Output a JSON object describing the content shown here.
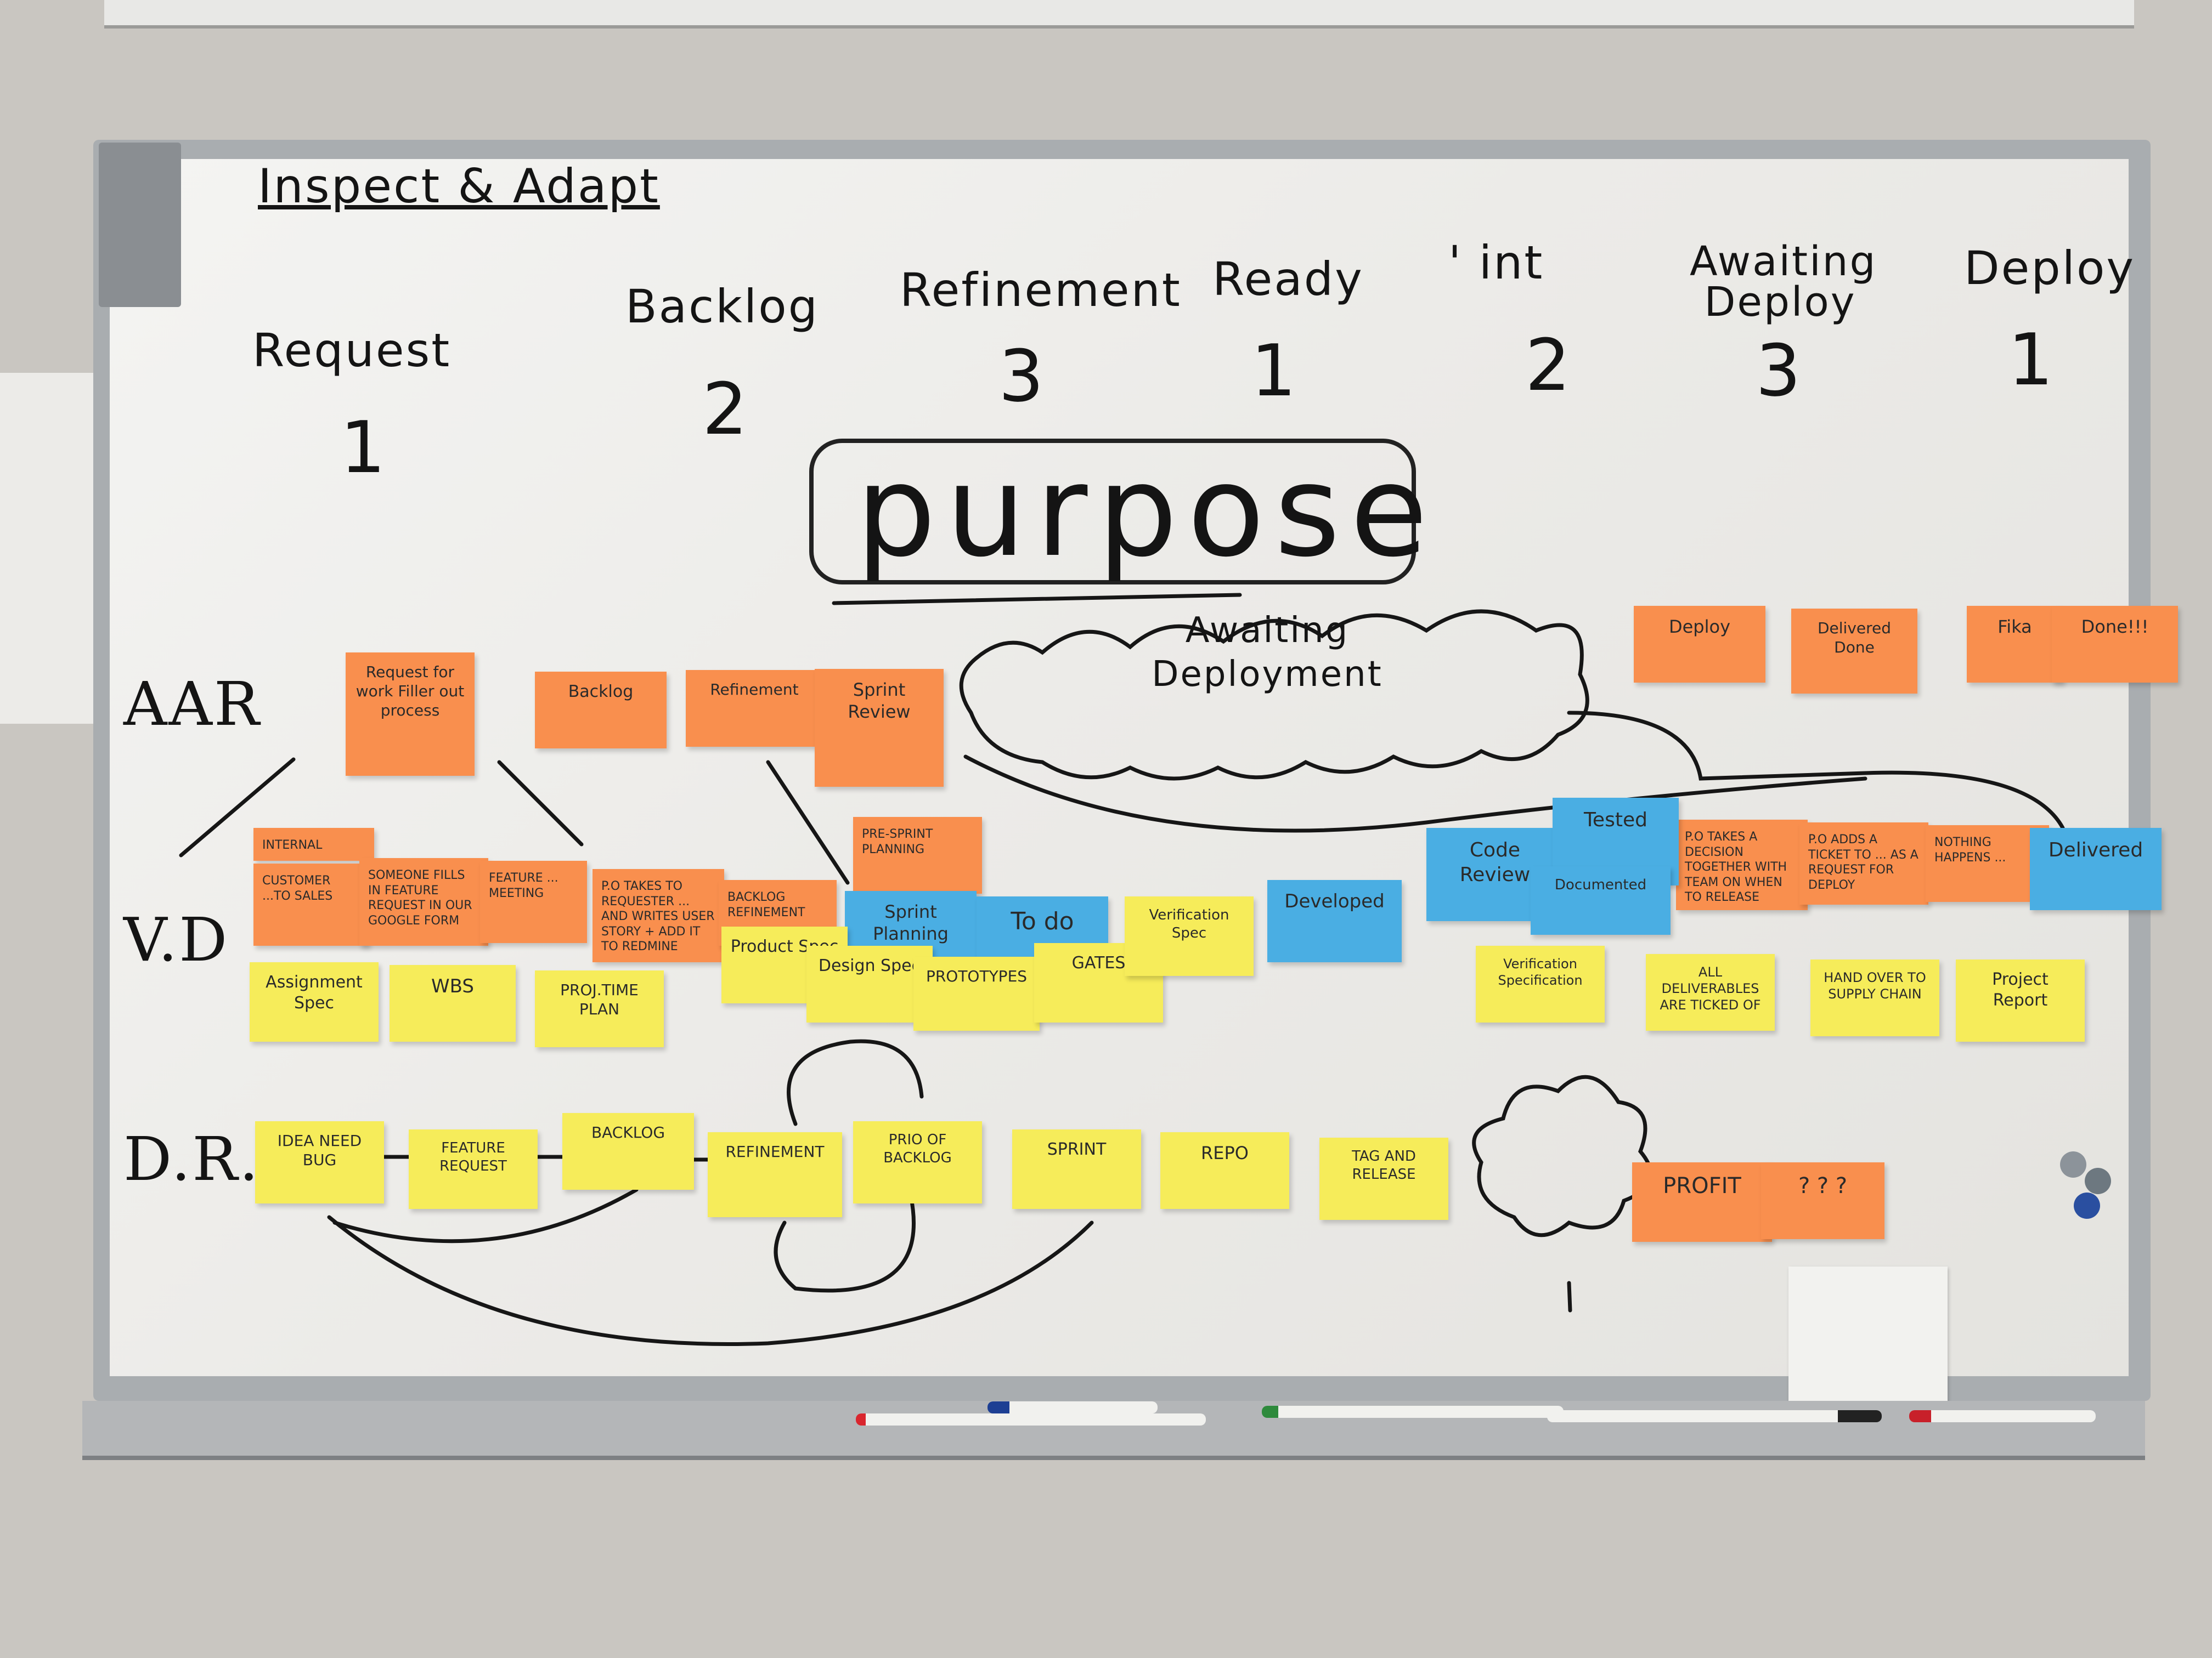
{
  "board": {
    "title": "Inspect & Adapt",
    "columns": [
      {
        "label": "Request",
        "count": "1"
      },
      {
        "label": "Backlog",
        "count": "2"
      },
      {
        "label": "Refinement",
        "count": "3"
      },
      {
        "label": "Ready",
        "count": "1"
      },
      {
        "label": "' int",
        "count": "2"
      },
      {
        "label": "Awaiting Deploy",
        "count": "3"
      },
      {
        "label": "Deploy",
        "count": "1"
      }
    ],
    "purpose": "purpose",
    "cloud": "Awaiting Deployment",
    "rows": {
      "aar": "AAR",
      "vd": "V.D",
      "dr": "D.R."
    }
  },
  "notes": {
    "aar": {
      "request": "Request for work  Filler out process",
      "backlog": "Backlog",
      "refinement": "Refinement",
      "sprint_review": "Sprint Review",
      "deploy": "Deploy",
      "delivered": "Delivered Done",
      "fika": "Fika",
      "done": "Done!!!"
    },
    "vd_orange": {
      "internal": "INTERNAL",
      "customer": "CUSTOMER ...TO SALES",
      "someone": "SOMEONE FILLS IN FEATURE REQUEST IN OUR GOOGLE FORM",
      "feature_meeting": "FEATURE ... MEETING",
      "po_takes": "P.O TAKES TO REQUESTER ... AND WRITES USER STORY + ADD IT TO REDMINE",
      "backlog_refinement": "BACKLOG REFINEMENT",
      "pre_sprint": "PRE-SPRINT PLANNING",
      "po_decision": "P.O TAKES A DECISION TOGETHER WITH TEAM ON WHEN TO RELEASE",
      "po_adds": "P.O ADDS A TICKET TO ... AS A REQUEST FOR DEPLOY",
      "nothing": "NOTHING HAPPENS ...",
      "delivered": "Delivered"
    },
    "vd_blue": {
      "sprint_planning": "Sprint Planning",
      "todo": "To do",
      "developed": "Developed",
      "code_review": "Code Review",
      "tested": "Tested",
      "documented": "Documented"
    },
    "vd_yellow": {
      "assignment": "Assignment Spec",
      "wbs": "WBS",
      "proj_time": "PROJ.TIME PLAN",
      "product_spec": "Product Spec",
      "design_spec": "Design Spec",
      "prototypes": "PROTOTYPES",
      "gates": "GATES",
      "verification_spec": "Verification Spec",
      "verification_spec2": "Verification Specification",
      "all_deliverables": "ALL DELIVERABLES ARE TICKED OF",
      "hand_over": "HAND OVER TO SUPPLY CHAIN",
      "project_report": "Project Report"
    },
    "dr": {
      "idea": "IDEA NEED BUG",
      "feature_request": "FEATURE REQUEST",
      "backlog": "BACKLOG",
      "refinement": "REFINEMENT",
      "prio": "PRIO OF BACKLOG",
      "sprint": "SPRINT",
      "repo": "REPO",
      "tag": "TAG AND RELEASE",
      "profit": "PROFIT",
      "qqq": "? ? ?"
    }
  },
  "colors": {
    "orange": "#f98f4e",
    "yellow": "#f6ec5a",
    "blue": "#4aaee3",
    "ink": "#141414"
  }
}
